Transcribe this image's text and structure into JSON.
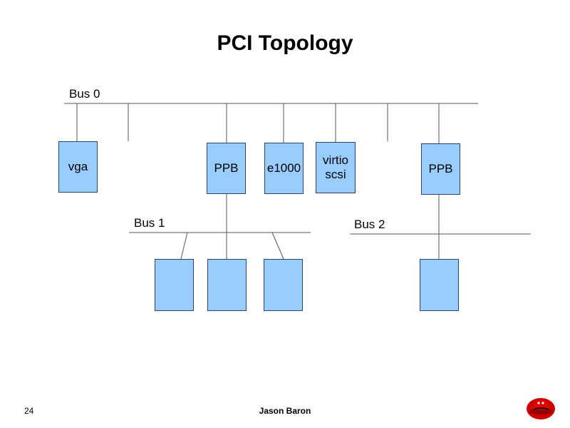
{
  "slide": {
    "title": "PCI Topology",
    "page_number": "24",
    "author": "Jason Baron"
  },
  "buses": {
    "bus0": "Bus 0",
    "bus1": "Bus 1",
    "bus2": "Bus 2"
  },
  "devices": {
    "vga": "vga",
    "ppb1": "PPB",
    "e1000": "e1000",
    "virtio_line1": "virtio",
    "virtio_line2": "scsi",
    "ppb2": "PPB"
  },
  "colors": {
    "box_fill": "#99ccff",
    "box_border": "#2b4466",
    "line": "#555555",
    "logo": "#cc0000"
  }
}
